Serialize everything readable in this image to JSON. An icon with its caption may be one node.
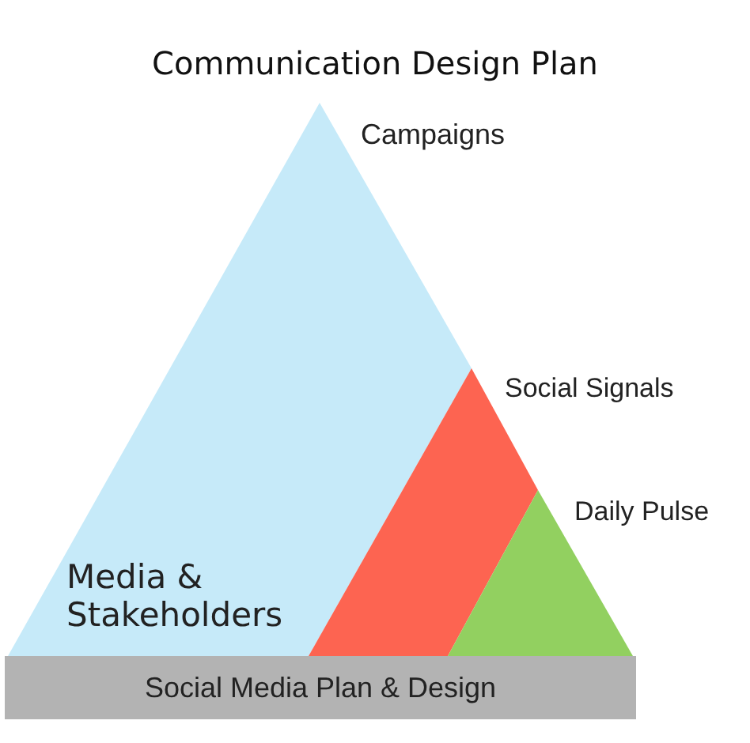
{
  "diagram": {
    "title": "Communication Design Plan",
    "nodes": [
      {
        "text": [
          "Campaigns",
          "Media & Stakeholders"
        ]
      },
      {
        "text": [
          "Social Signals"
        ]
      },
      {
        "text": [
          "Daily Pulse"
        ]
      },
      {
        "text": [
          "Social Media Plan & Design"
        ]
      }
    ]
  }
}
